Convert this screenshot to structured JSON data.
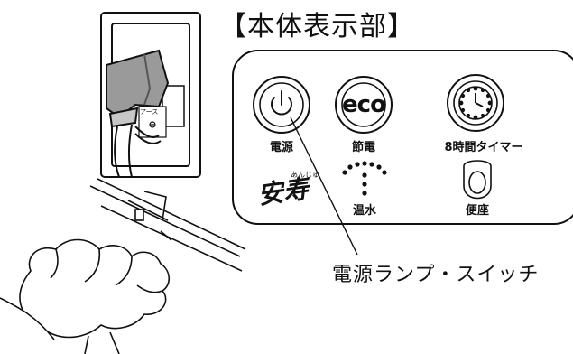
{
  "panel": {
    "title": "【本体表示部】",
    "buttons": [
      {
        "id": "power",
        "label": "電源",
        "icon": "power-icon"
      },
      {
        "id": "eco",
        "label": "節電",
        "icon_text": "eco"
      },
      {
        "id": "timer",
        "label": "8時間タイマー",
        "icon": "clock-icon"
      }
    ],
    "indicators": [
      {
        "id": "anju",
        "logo_text": "安寿",
        "furigana": "あんじゅ"
      },
      {
        "id": "water-temp",
        "label": "温水",
        "icon": "dot-indicator-icon"
      },
      {
        "id": "seat",
        "label": "便座",
        "icon": "toilet-seat-icon"
      }
    ]
  },
  "outlet": {
    "ground_label": "アース"
  },
  "callout": {
    "text": "電源ランプ・スイッチ"
  }
}
